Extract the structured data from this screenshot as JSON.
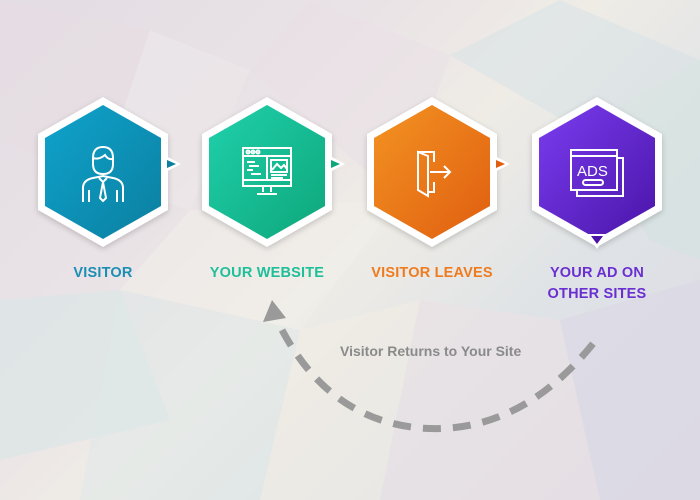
{
  "steps": [
    {
      "label": "VISITOR",
      "icon": "person-tie-icon",
      "color": "#1a8fb3",
      "hex_from": "#0fa3cc",
      "hex_to": "#0b7fa0"
    },
    {
      "label": "YOUR WEBSITE",
      "icon": "website-monitor-icon",
      "color": "#1fbf9a",
      "hex_from": "#1fd1ac",
      "hex_to": "#0fa67a"
    },
    {
      "label": "VISITOR LEAVES",
      "icon": "exit-door-icon",
      "color": "#f07b1e",
      "hex_from": "#f39322",
      "hex_to": "#e05e10"
    },
    {
      "label": "YOUR AD ON OTHER SITES",
      "label_line1": "YOUR AD ON",
      "label_line2": "OTHER SITES",
      "icon": "ads-window-icon",
      "color": "#6a2fd1",
      "hex_from": "#7a3df0",
      "hex_to": "#4a14a8"
    }
  ],
  "return_path": {
    "label": "Visitor Returns to Your Site",
    "color": "#999999"
  }
}
